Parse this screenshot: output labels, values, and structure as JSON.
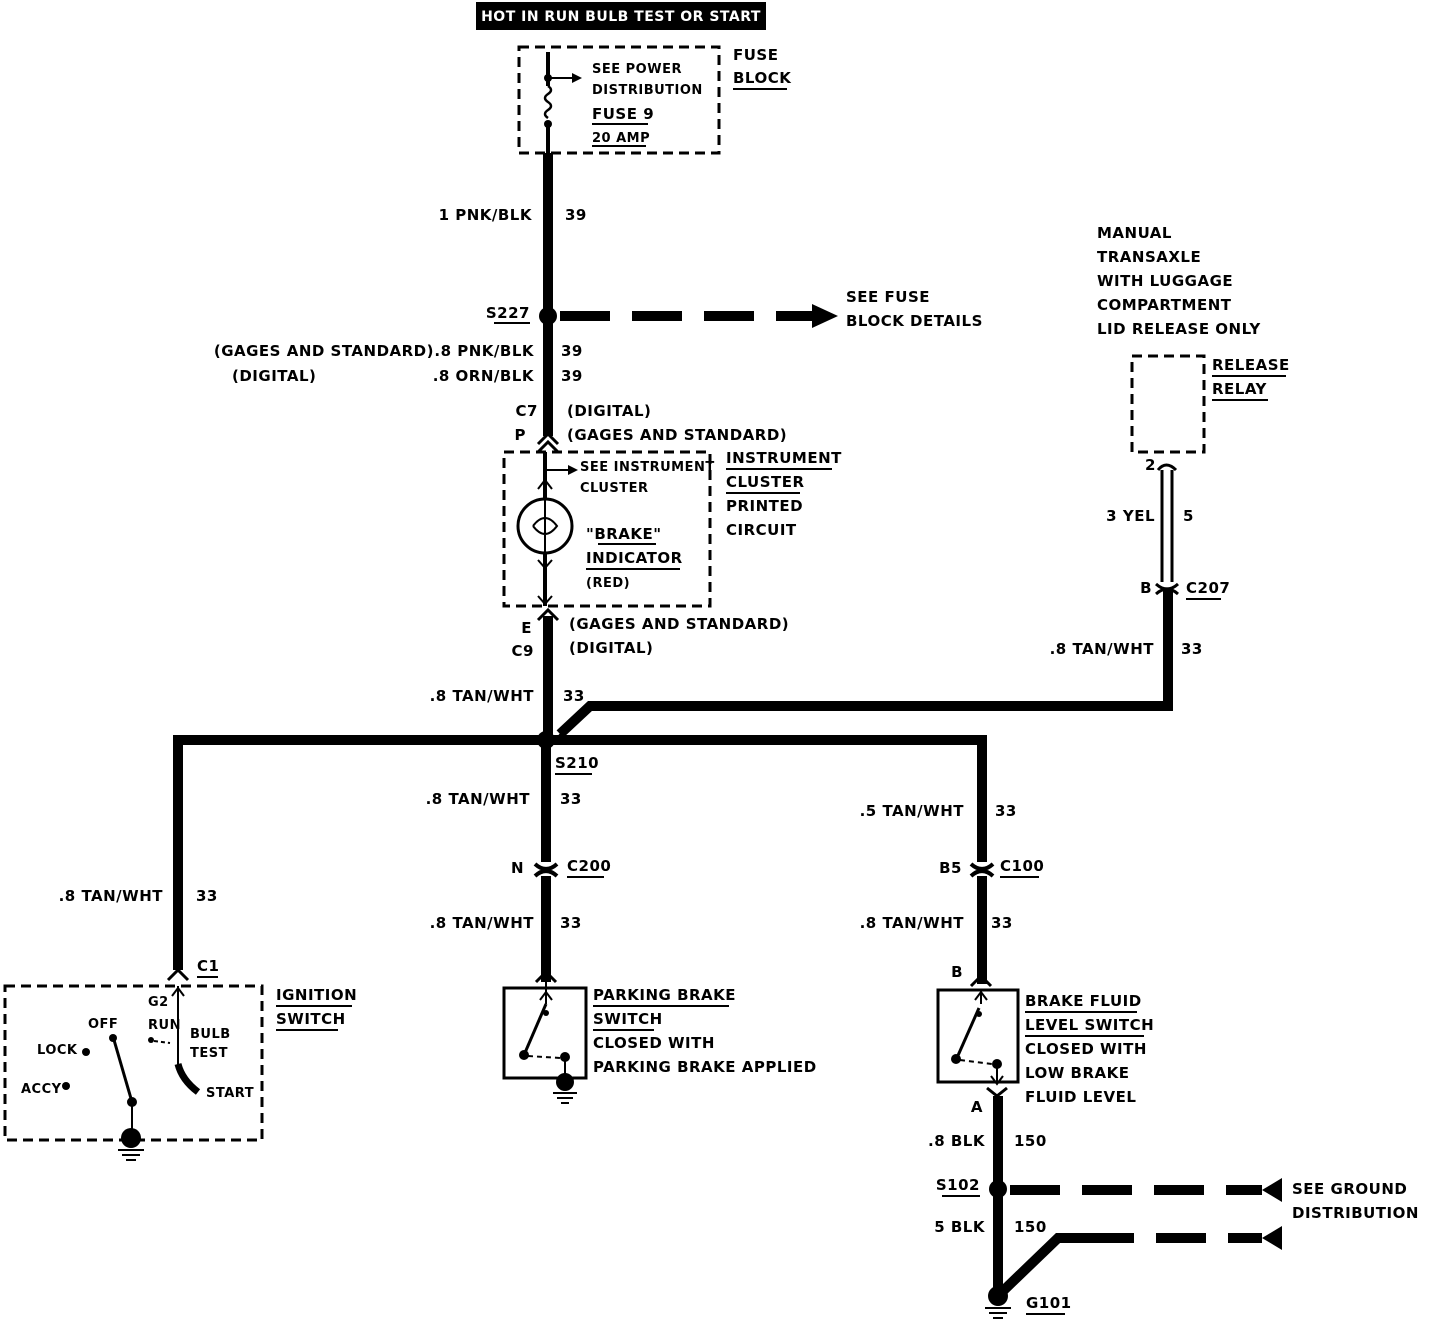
{
  "header": {
    "title": "HOT IN RUN BULB TEST OR START"
  },
  "fuse_block": {
    "name_line1": "FUSE",
    "name_line2": "BLOCK",
    "ref_line1": "SEE POWER",
    "ref_line2": "DISTRIBUTION",
    "fuse_label": "FUSE 9",
    "fuse_rating": "20 AMP"
  },
  "wires": {
    "w1": {
      "label": "1 PNK/BLK",
      "circuit": "39"
    },
    "w2": {
      "label": ".8 PNK/BLK",
      "circuit": "39",
      "variant": "(GAGES AND STANDARD)"
    },
    "w3": {
      "label": ".8 ORN/BLK",
      "circuit": "39",
      "variant": "(DIGITAL)"
    },
    "w4": {
      "label": ".8 TAN/WHT",
      "circuit": "33"
    },
    "w5": {
      "label": ".8 TAN/WHT",
      "circuit": "33"
    },
    "w6": {
      "label": ".8 TAN/WHT",
      "circuit": "33"
    },
    "w7": {
      "label": ".8 TAN/WHT",
      "circuit": "33"
    },
    "w8": {
      "label": ".5 TAN/WHT",
      "circuit": "33"
    },
    "w9": {
      "label": ".8 TAN/WHT",
      "circuit": "33"
    },
    "w10": {
      "label": "3 YEL",
      "circuit": "5"
    },
    "w11": {
      "label": ".8 TAN/WHT",
      "circuit": "33"
    },
    "w12": {
      "label": ".8 BLK",
      "circuit": "150"
    },
    "w13": {
      "label": "5 BLK",
      "circuit": "150"
    }
  },
  "splices": {
    "s227": "S227",
    "s210": "S210",
    "s102": "S102"
  },
  "fuse_details": {
    "line1": "SEE FUSE",
    "line2": "BLOCK DETAILS"
  },
  "connectors": {
    "c7": "C7",
    "c7_note": "(DIGITAL)",
    "p": "P",
    "p_note": "(GAGES AND STANDARD)",
    "e": "E",
    "e_note": "(GAGES AND STANDARD)",
    "c9": "C9",
    "c9_note": "(DIGITAL)",
    "c200": "C200",
    "c200_pin": "N",
    "c100": "C100",
    "c100_pin": "B5",
    "c207": "C207",
    "c207_pin": "B",
    "c1": "C1",
    "c1_pin": "G2",
    "relay_pin": "2",
    "fluid_pin_b": "B",
    "fluid_pin_a": "A"
  },
  "instrument_cluster": {
    "name_line1": "INSTRUMENT",
    "name_line2": "CLUSTER",
    "name_line3": "PRINTED",
    "name_line4": "CIRCUIT",
    "ref_line1": "SEE INSTRUMENT",
    "ref_line2": "CLUSTER",
    "indicator_line1": "\"BRAKE\"",
    "indicator_line2": "INDICATOR",
    "indicator_color": "(RED)"
  },
  "release_relay": {
    "note_line1": "MANUAL",
    "note_line2": "TRANSAXLE",
    "note_line3": "WITH LUGGAGE",
    "note_line4": "COMPARTMENT",
    "note_line5": "LID RELEASE ONLY",
    "name_line1": "RELEASE",
    "name_line2": "RELAY"
  },
  "ignition_switch": {
    "name_line1": "IGNITION",
    "name_line2": "SWITCH",
    "positions": {
      "off": "OFF",
      "lock": "LOCK",
      "accy": "ACCY",
      "run": "RUN",
      "bulb1": "BULB",
      "bulb2": "TEST",
      "start": "START"
    }
  },
  "parking_brake_switch": {
    "name_line1": "PARKING BRAKE",
    "name_line2": "SWITCH",
    "desc_line1": "CLOSED WITH",
    "desc_line2": "PARKING BRAKE APPLIED"
  },
  "brake_fluid_switch": {
    "name_line1": "BRAKE FLUID",
    "name_line2": "LEVEL SWITCH",
    "desc_line1": "CLOSED WITH",
    "desc_line2": "LOW BRAKE",
    "desc_line3": "FLUID LEVEL"
  },
  "ground_distribution": {
    "line1": "SEE GROUND",
    "line2": "DISTRIBUTION"
  },
  "ground": {
    "g101": "G101"
  }
}
